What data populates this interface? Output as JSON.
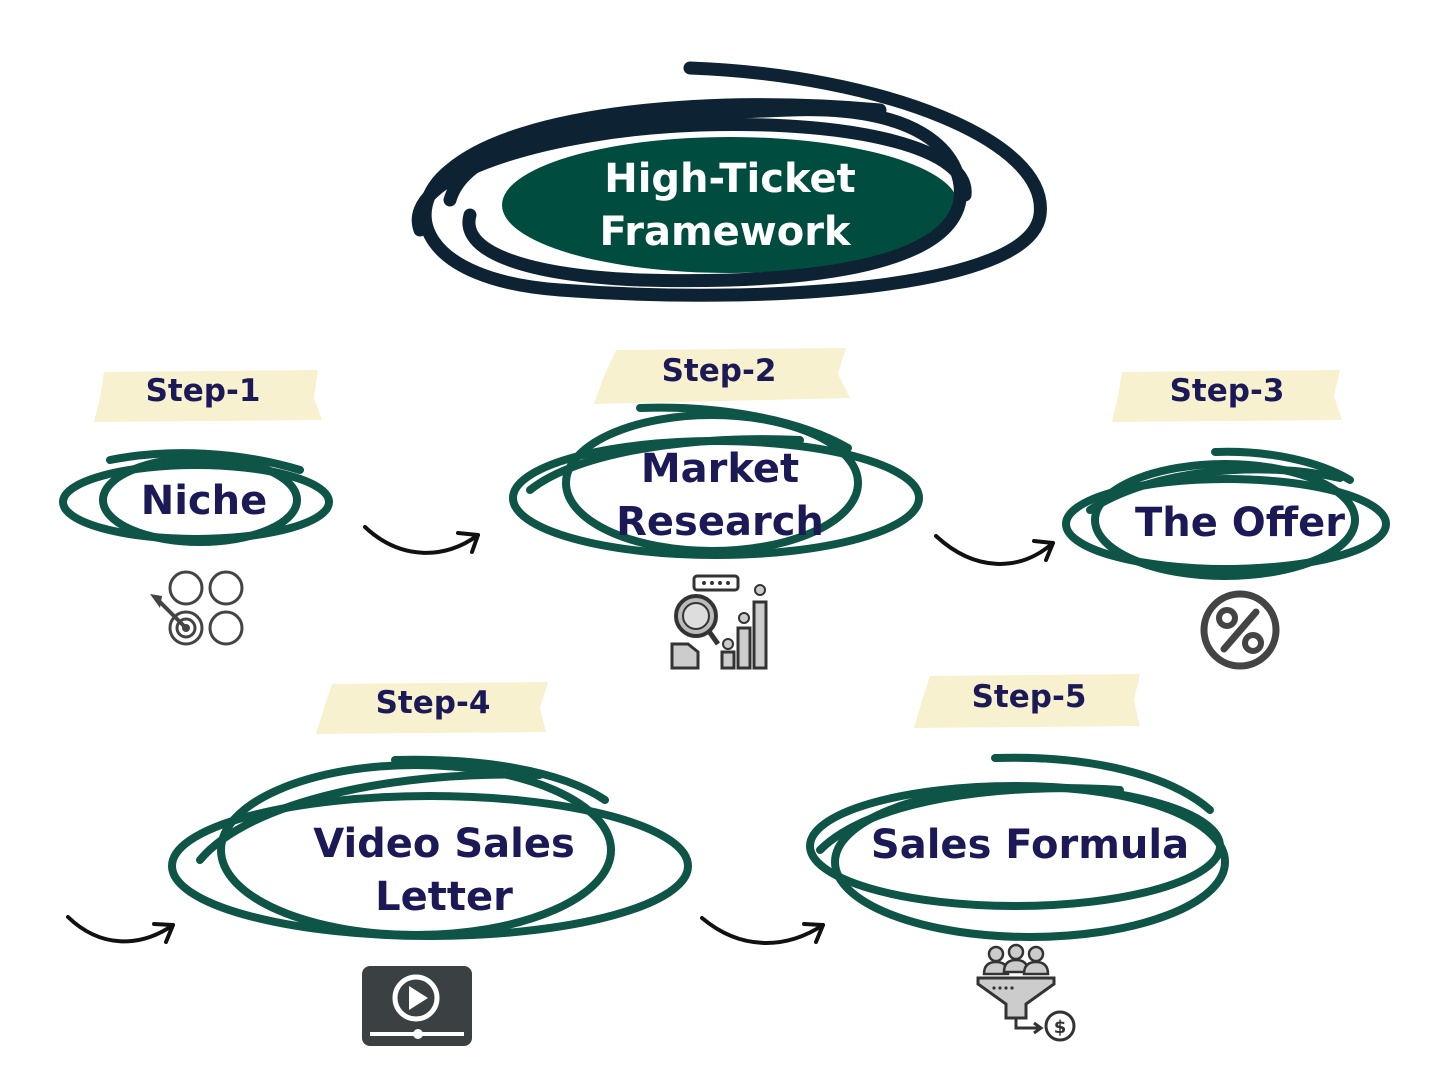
{
  "title": {
    "line1": "High-Ticket",
    "line2": "Framework"
  },
  "steps": [
    {
      "step_label": "Step-1",
      "node_lines": [
        "Niche"
      ],
      "icon": "target-options-icon"
    },
    {
      "step_label": "Step-2",
      "node_lines": [
        "Market",
        "Research"
      ],
      "icon": "market-research-icon"
    },
    {
      "step_label": "Step-3",
      "node_lines": [
        "The Offer"
      ],
      "icon": "percent-icon"
    },
    {
      "step_label": "Step-4",
      "node_lines": [
        "Video Sales",
        "Letter"
      ],
      "icon": "video-player-icon"
    },
    {
      "step_label": "Step-5",
      "node_lines": [
        "Sales Formula"
      ],
      "icon": "sales-funnel-icon"
    }
  ],
  "colors": {
    "title_fill": "#004d40",
    "title_scribble": "#0d2333",
    "node_scribble": "#0e5447",
    "text": "#1b1a57",
    "highlight": "#f8f1cf",
    "arrow": "#111111",
    "icon_gray": "#444444"
  }
}
